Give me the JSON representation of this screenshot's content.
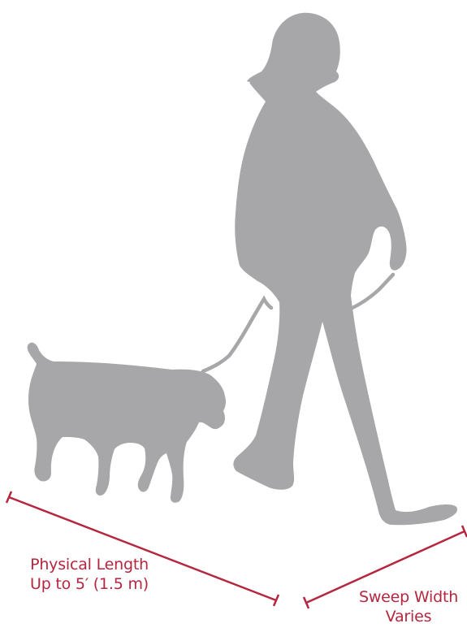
{
  "labels": {
    "physical_length": {
      "line1": "Physical Length",
      "line2": "Up to 5′ (1.5 m)"
    },
    "sweep_width": {
      "line1": "Sweep Width",
      "line2": "Varies"
    }
  },
  "colors": {
    "silhouette": "#a7a7a9",
    "accent": "#b5263f"
  },
  "icons": {
    "person": "person-walking-icon",
    "dog": "dog-icon",
    "leash": "leash-line"
  }
}
